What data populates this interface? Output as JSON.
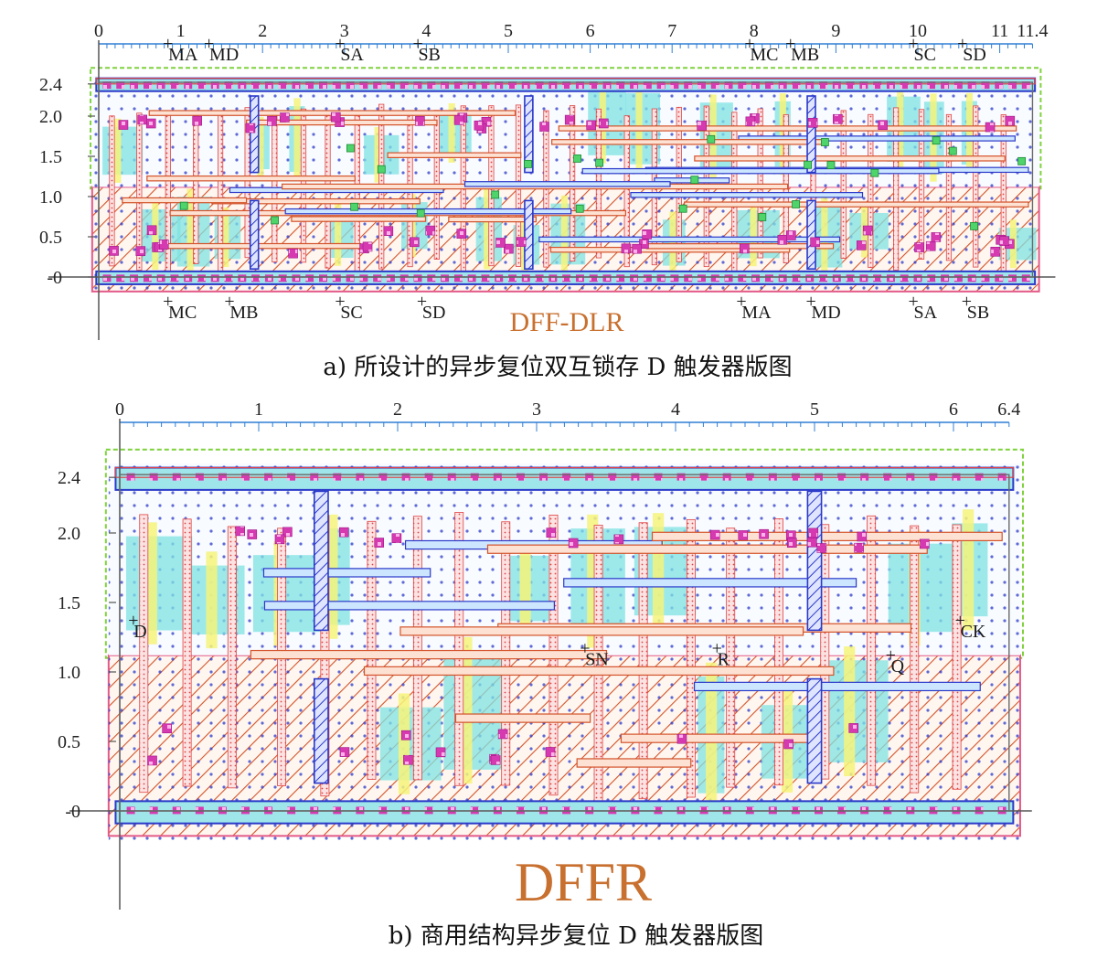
{
  "panel_a": {
    "caption": "a)  所设计的异步复位双互锁存 D 触发器版图",
    "cell_name": "DFF-DLR",
    "x_ticks": [
      "0",
      "1",
      "2",
      "3",
      "4",
      "5",
      "6",
      "7",
      "8",
      "9",
      "10",
      "11",
      "11.4"
    ],
    "x_tick_values": [
      0,
      1,
      2,
      3,
      4,
      5,
      6,
      7,
      8,
      9,
      10,
      11,
      11.4
    ],
    "y_ticks": [
      "2.4",
      "2.0",
      "1.5",
      "1.0",
      "0.5",
      "-0"
    ],
    "y_tick_values": [
      2.4,
      2.0,
      1.5,
      1.0,
      0.5,
      0
    ],
    "top_pins": [
      {
        "label": "MA",
        "x": 0.85
      },
      {
        "label": "MD",
        "x": 1.35
      },
      {
        "label": "SA",
        "x": 2.95
      },
      {
        "label": "SB",
        "x": 3.9
      },
      {
        "label": "MC",
        "x": 7.95
      },
      {
        "label": "MB",
        "x": 8.45
      },
      {
        "label": "SC",
        "x": 9.95
      },
      {
        "label": "SD",
        "x": 10.55
      }
    ],
    "bottom_pins": [
      {
        "label": "MC",
        "x": 0.85
      },
      {
        "label": "MB",
        "x": 1.6
      },
      {
        "label": "SC",
        "x": 2.95
      },
      {
        "label": "SD",
        "x": 3.95
      },
      {
        "label": "MA",
        "x": 7.85
      },
      {
        "label": "MD",
        "x": 8.7
      },
      {
        "label": "SA",
        "x": 9.95
      },
      {
        "label": "SB",
        "x": 10.6
      }
    ]
  },
  "panel_b": {
    "caption": "b)  商用结构异步复位 D 触发器版图",
    "cell_name": "DFFR",
    "x_ticks": [
      "0",
      "1",
      "2",
      "3",
      "4",
      "5",
      "6",
      "6.4"
    ],
    "x_tick_values": [
      0,
      1,
      2,
      3,
      4,
      5,
      6,
      6.4
    ],
    "y_ticks": [
      "2.4",
      "2.0",
      "1.5",
      "1.0",
      "0.5",
      "-0"
    ],
    "y_tick_values": [
      2.4,
      2.0,
      1.5,
      1.0,
      0.5,
      0
    ],
    "pins": [
      {
        "label": "D",
        "x": 0.1,
        "y": 1.25
      },
      {
        "label": "SN",
        "x": 3.35,
        "y": 1.05
      },
      {
        "label": "R",
        "x": 4.3,
        "y": 1.05
      },
      {
        "label": "Q",
        "x": 5.55,
        "y": 1.0
      },
      {
        "label": "CK",
        "x": 6.05,
        "y": 1.25
      }
    ]
  },
  "colors": {
    "metal1_blue": "#2a39c9",
    "metal_orange": "#d3532b",
    "poly_red": "#e04343",
    "diffusion_cyan": "#7fe3e3",
    "implant_yellow": "#f6f37a",
    "contact_magenta": "#d63ab1",
    "nwell_green": "#7fd23d",
    "pwell_pink": "#e35a8a",
    "ruler_blue": "#2f7fd6"
  }
}
